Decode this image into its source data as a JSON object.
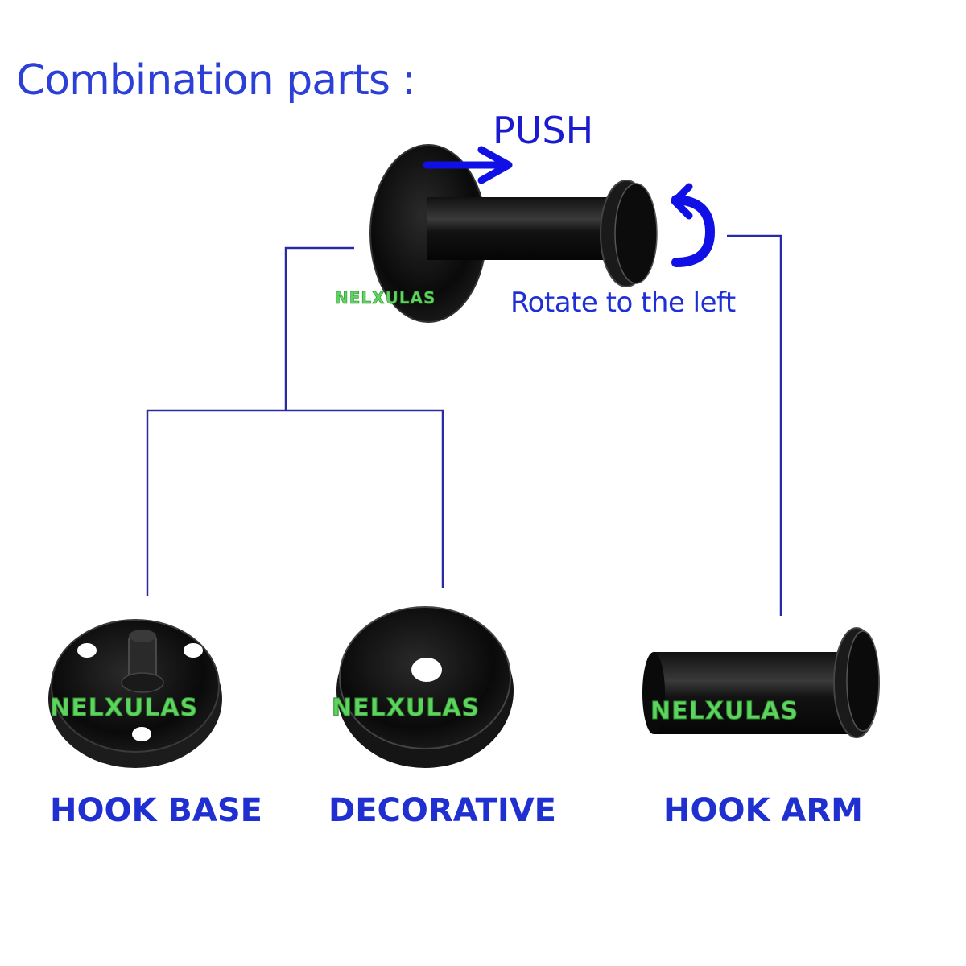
{
  "title": "Combination parts :",
  "annotations": {
    "push": "PUSH",
    "rotate": "Rotate to the left"
  },
  "parts": [
    {
      "label": "HOOK BASE"
    },
    {
      "label": "DECORATIVE"
    },
    {
      "label": "HOOK ARM"
    }
  ],
  "watermark": "NELXULAS",
  "colors": {
    "text_blue": "#1f2fd0",
    "line_blue": "#2a2aa8",
    "arrow_blue": "#1010e6",
    "watermark_green": "#5fd35f",
    "part_black": "#0b0b0b"
  }
}
